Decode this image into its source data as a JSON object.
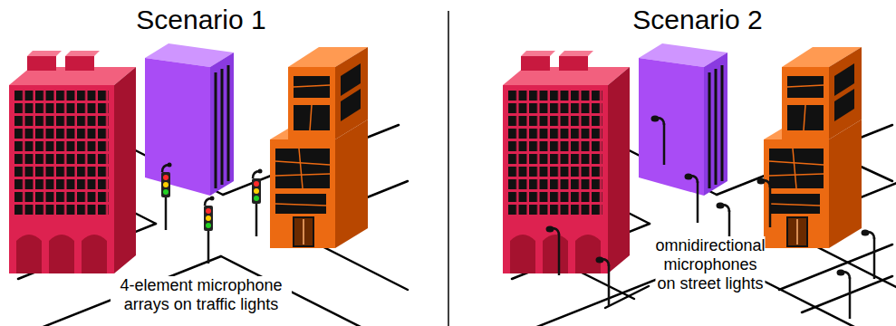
{
  "diagram": {
    "labels": [
      "Scenario 1",
      "Scenario 2",
      "4-element microphone arrays on traffic lights",
      "omnidirectional microphones on street lights"
    ]
  }
}
